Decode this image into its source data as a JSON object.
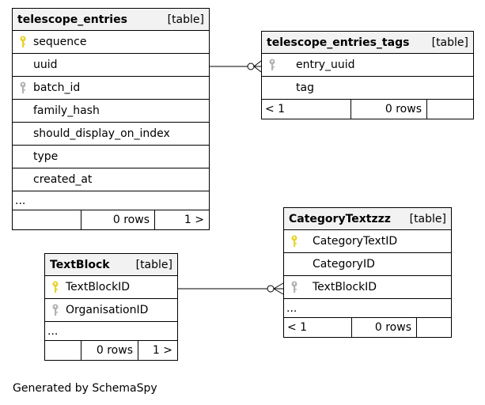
{
  "tables": {
    "telescope_entries": {
      "name": "telescope_entries",
      "kind": "[table]",
      "columns": [
        {
          "name": "sequence",
          "key": "primary"
        },
        {
          "name": "uuid",
          "key": ""
        },
        {
          "name": "batch_id",
          "key": "index"
        },
        {
          "name": "family_hash",
          "key": ""
        },
        {
          "name": "should_display_on_index",
          "key": ""
        },
        {
          "name": "type",
          "key": ""
        },
        {
          "name": "created_at",
          "key": ""
        }
      ],
      "more": "...",
      "footer": {
        "left": "",
        "rows": "0 rows",
        "right": "1 >"
      }
    },
    "telescope_entries_tags": {
      "name": "telescope_entries_tags",
      "kind": "[table]",
      "columns": [
        {
          "name": "entry_uuid",
          "key": "index"
        },
        {
          "name": "tag",
          "key": ""
        }
      ],
      "footer": {
        "left": "< 1",
        "rows": "0 rows",
        "right": ""
      }
    },
    "CategoryTextzzz": {
      "name": "CategoryTextzzz",
      "kind": "[table]",
      "columns": [
        {
          "name": "CategoryTextID",
          "key": "primary"
        },
        {
          "name": "CategoryID",
          "key": ""
        },
        {
          "name": "TextBlockID",
          "key": "index"
        }
      ],
      "more": "...",
      "footer": {
        "left": "< 1",
        "rows": "0 rows",
        "right": ""
      }
    },
    "TextBlock": {
      "name": "TextBlock",
      "kind": "[table]",
      "columns": [
        {
          "name": "TextBlockID",
          "key": "primary"
        },
        {
          "name": "OrganisationID",
          "key": "index"
        }
      ],
      "more": "...",
      "footer": {
        "left": "",
        "rows": "0 rows",
        "right": "1 >"
      }
    }
  },
  "colors": {
    "primary_key": "#e6d42b",
    "index_key": "#b3b3b3",
    "header_bg": "#f2f2f2"
  },
  "footer_note": "Generated by SchemaSpy"
}
